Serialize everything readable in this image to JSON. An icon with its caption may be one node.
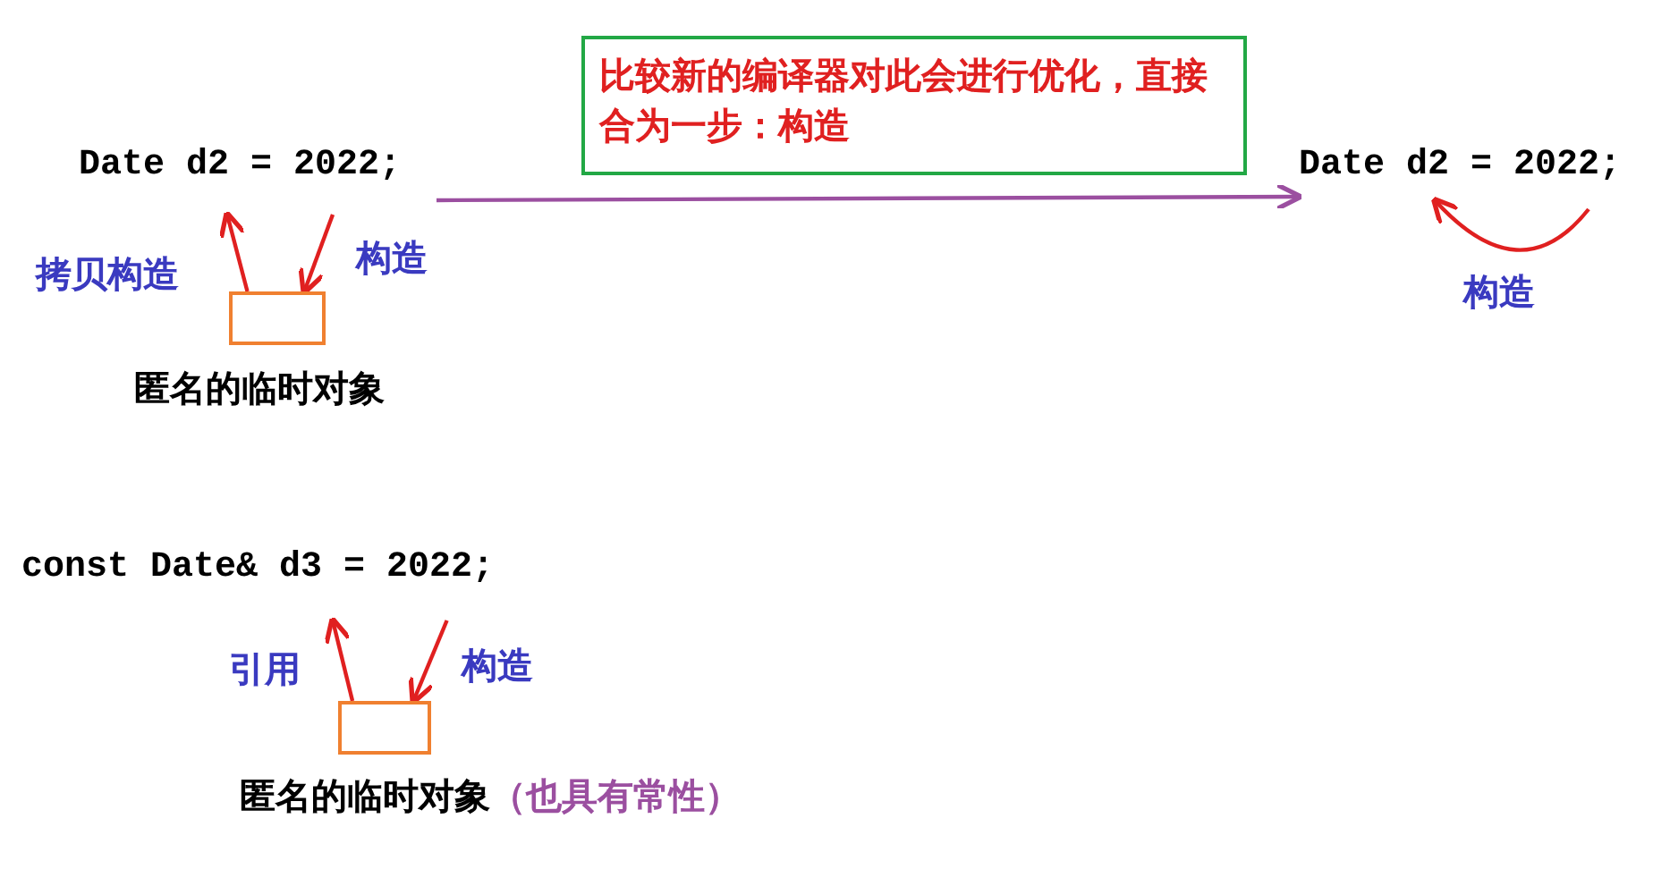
{
  "diagram": {
    "nodes": [
      {
        "text": [
          "Date d2 = 2022;"
        ]
      },
      {
        "text": [],
        "shape": "box",
        "beside": [
          "匿名的临时对象"
        ]
      },
      {
        "text": [
          "比较新的编译器对此会进行优化，直接合为一步：构造"
        ]
      },
      {
        "text": [
          "Date d2 = 2022;"
        ]
      },
      {
        "text": [
          "const Date& d3 = 2022;"
        ]
      },
      {
        "text": [],
        "shape": "box",
        "beside": [
          "匿名的临时对象",
          "（也具有常性）"
        ]
      }
    ],
    "edges": [
      {
        "from": 1,
        "to": 0,
        "arrow": "to",
        "label": "拷贝构造"
      },
      {
        "from": 0,
        "to": 1,
        "arrow": "to",
        "label": "构造"
      },
      {
        "from": 0,
        "to": 3,
        "arrow": "to",
        "color": "#9b4fa0"
      },
      {
        "from": null,
        "to": 3,
        "arrow": "to",
        "label": "构造"
      },
      {
        "from": 5,
        "to": 4,
        "arrow": "to",
        "label": "引用"
      },
      {
        "from": 4,
        "to": 5,
        "arrow": "to",
        "label": "构造"
      }
    ]
  }
}
